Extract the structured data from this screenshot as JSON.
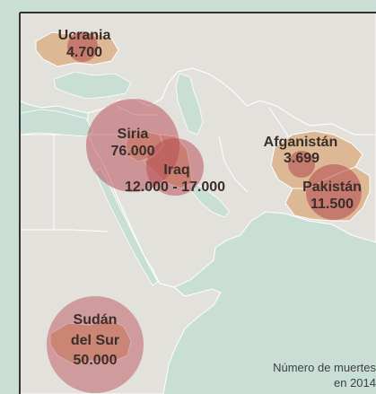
{
  "colors": {
    "sea": "#c9dfd6",
    "land": "#e3e1dc",
    "border": "#ffffff",
    "highlight_country": "#dcb894",
    "bubble": "#b5474f",
    "bubble_core": "#a8343d",
    "frame": "#333333",
    "label": "#3a2e2a"
  },
  "countries": {
    "ukraine": {
      "name": "Ucrania",
      "value": "4.700"
    },
    "syria": {
      "name": "Siria",
      "value": "76.000"
    },
    "iraq": {
      "name": "Iraq",
      "value": "12.000 - 17.000"
    },
    "afghanistan": {
      "name": "Afganistán",
      "value": "3.699"
    },
    "pakistan": {
      "name": "Pakistán",
      "value": "11.500"
    },
    "south_sudan": {
      "name_line1": "Sudán",
      "name_line2": "del Sur",
      "value": "50.000"
    }
  },
  "caption": {
    "line1": "Número de muertes",
    "line2": "en 2014"
  }
}
